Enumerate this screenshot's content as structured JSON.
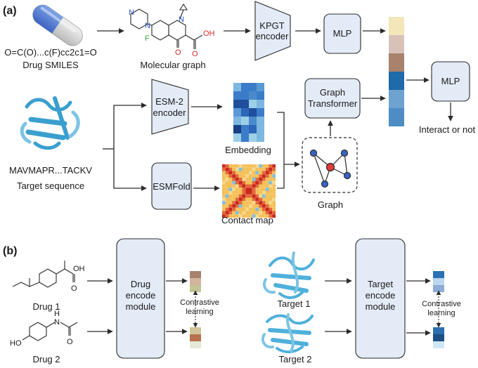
{
  "panels": {
    "a": "(a)",
    "b": "(b)"
  },
  "drug": {
    "smiles": "O=C(O)...c(F)cc2c1=O",
    "caption": "Drug SMILES"
  },
  "molgraph": {
    "caption": "Molecular graph",
    "atoms": {
      "n1": "N",
      "n2": "N",
      "n3": "N",
      "f": "F",
      "o1": "O",
      "oh": "OH",
      "o2": "O"
    }
  },
  "kpgt": {
    "line1": "KPGT",
    "line2": "encoder"
  },
  "mlp1": "MLP",
  "mlp2": "MLP",
  "output": "Interact or not",
  "target": {
    "sequence": "MAVMAPR...TACKV",
    "caption": "Target sequence"
  },
  "esm2": {
    "line1": "ESM-2",
    "line2": "encoder"
  },
  "embedding": "Embedding",
  "esmfold": "ESMFold",
  "contact_map": "Contact map",
  "graph_transformer": {
    "line1": "Graph",
    "line2": "Transformer"
  },
  "graph": "Graph",
  "panel_b": {
    "drug1": "Drug 1",
    "drug2": "Drug 2",
    "drug1_atoms": {
      "oh": "OH",
      "o": "O"
    },
    "drug2_atoms": {
      "ho": "HO",
      "h": "H",
      "n": "N",
      "o": "O"
    },
    "drug_module": {
      "line1": "Drug",
      "line2": "encode",
      "line3": "module"
    },
    "contrastive": {
      "line1": "Contrastive",
      "line2": "learning"
    },
    "target1": "Target 1",
    "target2": "Target 2",
    "target_module": {
      "line1": "Target",
      "line2": "encode",
      "line3": "module"
    },
    "contrastive2": {
      "line1": "Contrastive",
      "line2": "learning"
    }
  },
  "colors": {
    "box_fill": "#e3ebf7",
    "feature_vector": [
      "#f3e6b8",
      "#d8c2b8",
      "#a8826c",
      "#1f6aa8",
      "#6ea3d0",
      "#4e8cc4"
    ],
    "drug1_vector": [
      "#a8826c",
      "#d2b49c",
      "#c2c496"
    ],
    "drug2_vector": [
      "#d2c49a",
      "#b8704e",
      "#e4ead6"
    ],
    "target1_vector": [
      "#2a72b4",
      "#bcd6ee",
      "#8eacd6"
    ],
    "target2_vector": [
      "#2c6fae",
      "#1d4e84",
      "#cfe6f4"
    ],
    "protein": "#3a9fcf"
  }
}
